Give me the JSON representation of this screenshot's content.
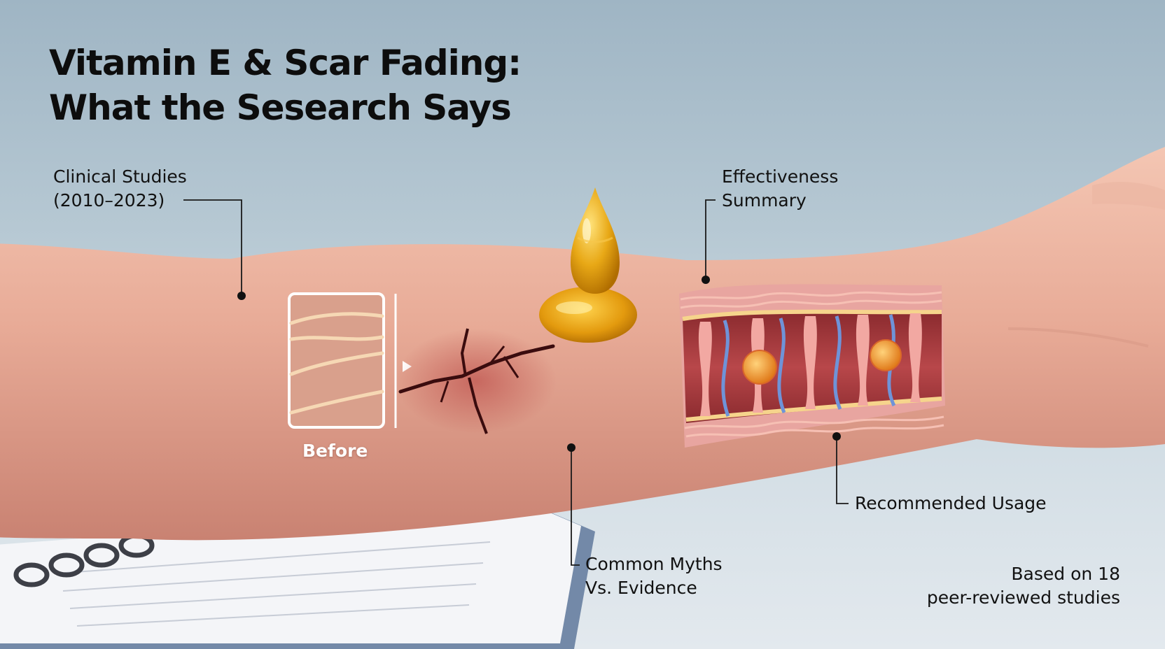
{
  "title": {
    "line1": "Vitamin E & Scar Fading:",
    "line2": "What the Sesearch Says"
  },
  "callouts": {
    "clinical_studies": {
      "line1": "Clinical Studies",
      "line2": "(2010–2023)"
    },
    "effectiveness": {
      "line1": "Effectiveness",
      "line2": "Summary"
    },
    "recommended_usage": "Recommended Usage",
    "myths": {
      "line1": "Common Myths",
      "line2": "Vs. Evidence"
    }
  },
  "before_label": "Before",
  "footer": {
    "line1": "Based on 18",
    "line2": "peer-reviewed studies"
  },
  "colors": {
    "background": "#b6c8d3",
    "skin": "#e6a893",
    "oil": "#e8a816",
    "tissue_red": "#b94a4a",
    "vessel_blue": "#6f93d8"
  }
}
